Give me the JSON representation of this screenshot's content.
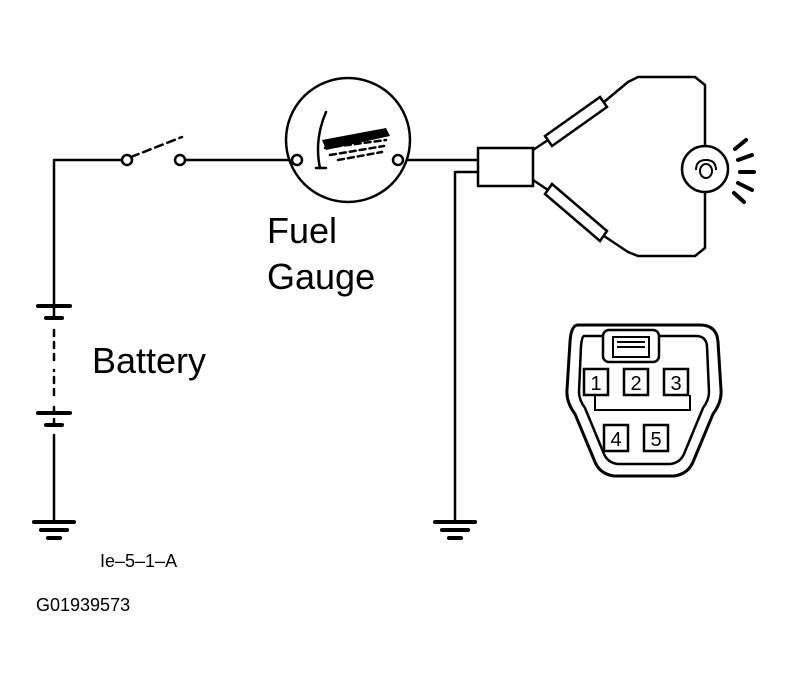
{
  "labels": {
    "fuel_gauge_line1": "Fuel",
    "fuel_gauge_line2": "Gauge",
    "battery": "Battery",
    "diagram_code": "Ie–5–1–A",
    "figure_id": "G01939573"
  },
  "connector": {
    "pins": [
      "1",
      "2",
      "3",
      "4",
      "5"
    ]
  }
}
